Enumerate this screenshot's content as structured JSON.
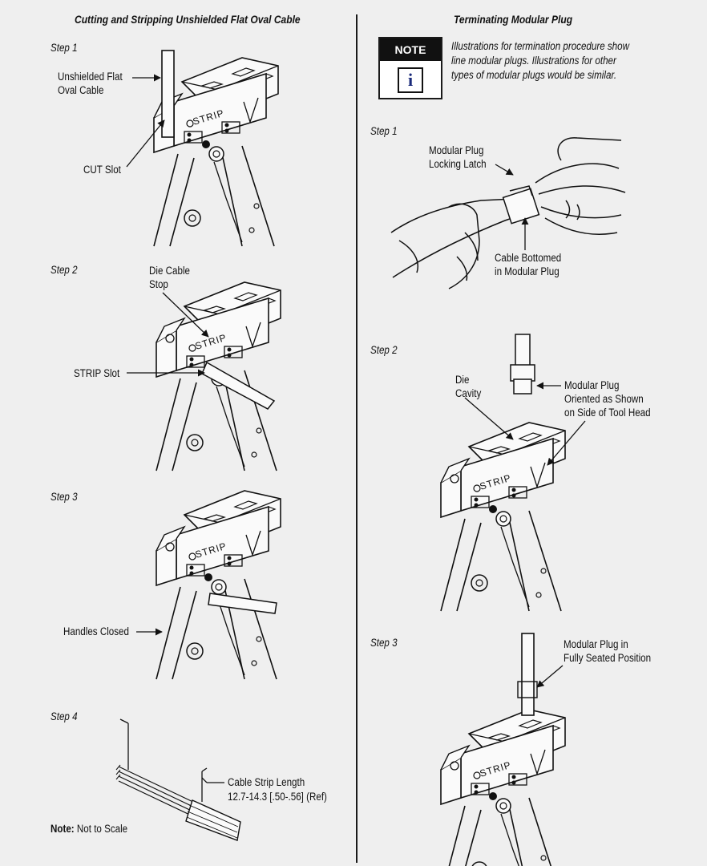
{
  "left": {
    "title": "Cutting and Stripping Unshielded Flat Oval Cable",
    "step1": {
      "label": "Step 1",
      "callout_cable": [
        "Unshielded Flat",
        "Oval Cable"
      ],
      "callout_slot": "CUT Slot"
    },
    "step2": {
      "label": "Step 2",
      "callout_stop": [
        "Die Cable",
        "Stop"
      ],
      "callout_slot": "STRIP Slot"
    },
    "step3": {
      "label": "Step 3",
      "callout_handles": "Handles Closed"
    },
    "step4": {
      "label": "Step 4",
      "callout_length": [
        "Cable Strip Length",
        "12.7-14.3 [.50-.56] (Ref)"
      ]
    },
    "note": {
      "bold": "Note:",
      "text": " Not to Scale"
    }
  },
  "right": {
    "title": "Terminating Modular Plug",
    "note_badge": "NOTE",
    "note_icon_glyph": "i",
    "note_text": [
      "Illustrations for termination procedure show",
      "line modular plugs. Illustrations for other",
      "types of modular plugs would be similar."
    ],
    "step1": {
      "label": "Step 1",
      "callout_latch": [
        "Modular Plug",
        "Locking Latch"
      ],
      "callout_bottomed": [
        "Cable Bottomed",
        "in Modular Plug"
      ]
    },
    "step2": {
      "label": "Step 2",
      "callout_cavity": [
        "Die",
        "Cavity"
      ],
      "callout_oriented": [
        "Modular Plug",
        "Oriented as Shown",
        "on Side of Tool Head"
      ]
    },
    "step3": {
      "label": "Step 3",
      "callout_seated": [
        "Modular Plug in",
        "Fully Seated Position"
      ]
    }
  },
  "tool_face_text": "STRIP"
}
